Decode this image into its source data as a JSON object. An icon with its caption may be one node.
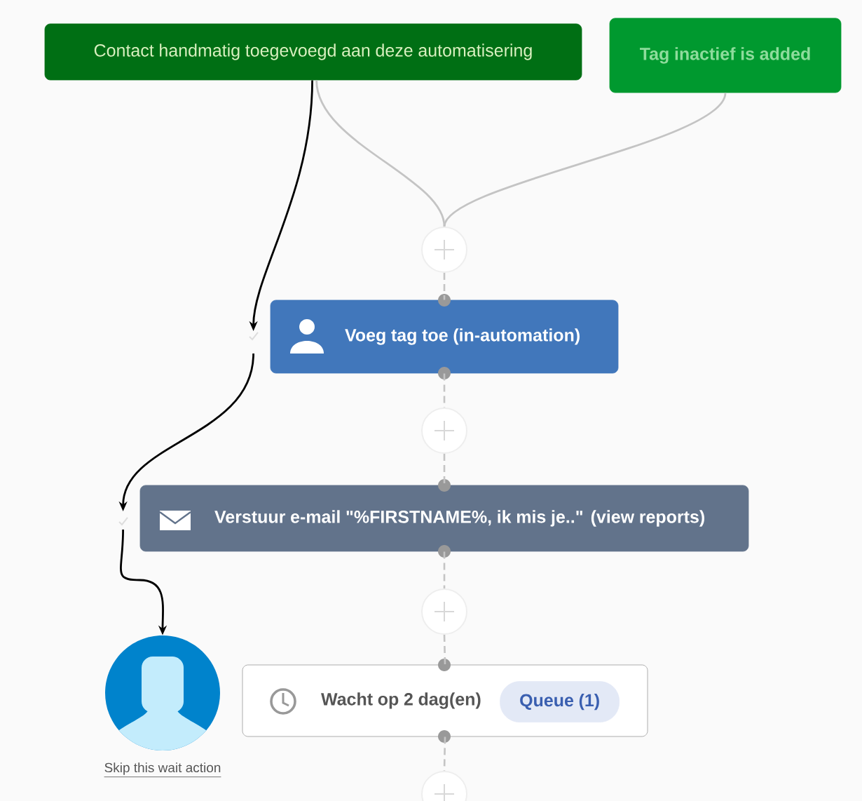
{
  "diagram": {
    "nodes": [
      {
        "text": [
          "Contact handmatig toegevoegd aan deze automatisering"
        ]
      },
      {
        "text": [
          "Tag inactief is added"
        ]
      },
      {
        "text": [],
        "shape": "circle"
      },
      {
        "text": [
          "Voeg tag toe (in-automation)"
        ]
      },
      {
        "text": [],
        "shape": "circle"
      },
      {
        "text": [
          "Verstuur e-mail \"%FIRSTNAME%, ik mis je..\" (view reports)"
        ]
      },
      {
        "text": [],
        "shape": "circle"
      },
      {
        "text": [
          "Wacht op 2 dag(en)"
        ]
      },
      {
        "text": [
          "Queue (1)"
        ],
        "in": 7
      },
      {
        "text": [],
        "shape": "picture",
        "beside": [
          "Skip this wait action"
        ]
      },
      {
        "text": [],
        "shape": "circle"
      }
    ],
    "edges": [
      {
        "from": 0,
        "to": 2,
        "arrow": "none"
      },
      {
        "from": 1,
        "to": 2,
        "arrow": "none"
      },
      {
        "from": 2,
        "to": 3,
        "arrow": "none",
        "style": "dashed"
      },
      {
        "from": 3,
        "to": 4,
        "arrow": "none",
        "style": "dashed"
      },
      {
        "from": 4,
        "to": 5,
        "arrow": "none",
        "style": "dashed"
      },
      {
        "from": 5,
        "to": 6,
        "arrow": "none",
        "style": "dashed"
      },
      {
        "from": 6,
        "to": 7,
        "arrow": "none",
        "style": "dashed"
      },
      {
        "from": 7,
        "to": 10,
        "arrow": "none",
        "style": "dashed"
      },
      {
        "from": 0,
        "to": 3,
        "arrow": "to",
        "color": "#000000"
      },
      {
        "from": 3,
        "to": 5,
        "arrow": "to",
        "color": "#000000"
      },
      {
        "from": 5,
        "to": 9,
        "arrow": "to",
        "color": "#000000"
      }
    ]
  }
}
